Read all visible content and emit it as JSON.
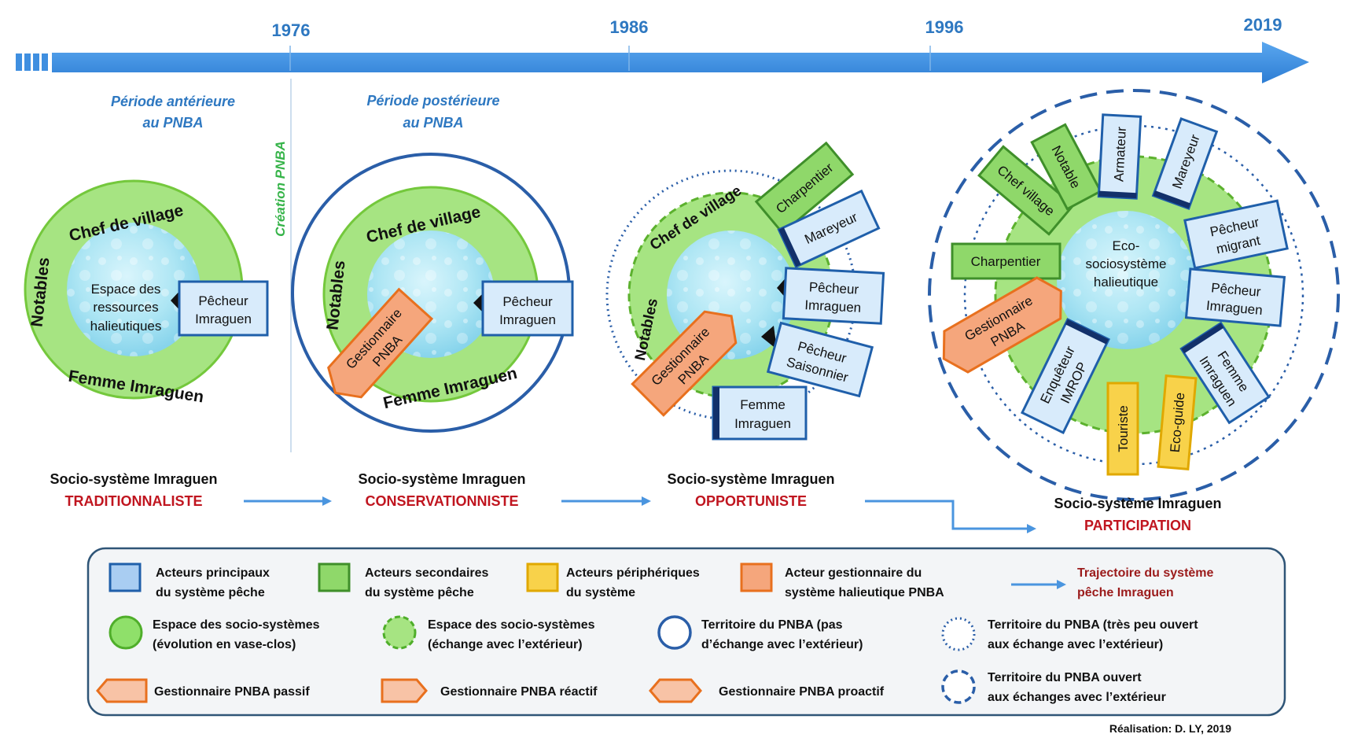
{
  "timeline": {
    "years": [
      "1976",
      "1986",
      "1996",
      "2019"
    ],
    "period_before": [
      "Période antérieure",
      "au PNBA"
    ],
    "period_after": [
      "Période postérieure",
      "au PNBA"
    ],
    "creation": "Création PNBA"
  },
  "systems": [
    {
      "title": "Socio-système Imraguen",
      "type": "TRADITIONNALISTE"
    },
    {
      "title": "Socio-système Imraguen",
      "type": "CONSERVATIONNISTE"
    },
    {
      "title": "Socio-système Imraguen",
      "type": "OPPORTUNISTE"
    },
    {
      "title": "Socio-système Imraguen",
      "type": "PARTICIPATION"
    }
  ],
  "diagram1": {
    "chef": "Chef de village",
    "notables": "Notables",
    "femme": "Femme Imraguen",
    "core": [
      "Espace des",
      "ressources",
      "halieutiques"
    ],
    "pecheur": [
      "Pêcheur",
      "Imraguen"
    ]
  },
  "diagram2": {
    "chef": "Chef de village",
    "notables": "Notables",
    "femme": "Femme Imraguen",
    "pecheur": [
      "Pêcheur",
      "Imraguen"
    ],
    "gestionnaire": [
      "Gestionnaire",
      "PNBA"
    ]
  },
  "diagram3": {
    "chef": "Chef de village",
    "notables": "Notables",
    "charpentier": "Charpentier",
    "mareyeur": "Mareyeur",
    "pecheur": [
      "Pêcheur",
      "Imraguen"
    ],
    "saisonnier": [
      "Pêcheur",
      "Saisonnier"
    ],
    "femme": [
      "Femme",
      "Imraguen"
    ],
    "gestionnaire": [
      "Gestionnaire",
      "PNBA"
    ]
  },
  "diagram4": {
    "core": [
      "Eco-",
      "sociosystème",
      "halieutique"
    ],
    "chef": "Chef village",
    "notable": "Notable",
    "armateur": "Armateur",
    "mareyeur": "Mareyeur",
    "migrant": [
      "Pêcheur",
      "migrant"
    ],
    "pecheur": [
      "Pêcheur",
      "Imraguen"
    ],
    "femme": [
      "Femme",
      "Imraguen"
    ],
    "eco_guide": "Eco-guide",
    "touriste": "Touriste",
    "enqueteur": [
      "Enquêteur",
      "IMROP"
    ],
    "charpentier": "Charpentier",
    "gestionnaire": [
      "Gestionnaire",
      "PNBA"
    ]
  },
  "legend": {
    "principaux": [
      "Acteurs principaux",
      "du système pêche"
    ],
    "secondaires": [
      "Acteurs secondaires",
      "du système pêche"
    ],
    "peripheriques": [
      "Acteurs périphériques",
      "du système"
    ],
    "gestionnaire": [
      "Acteur gestionnaire du",
      "système halieutique PNBA"
    ],
    "trajectoire": [
      "Trajectoire du système",
      "pêche Imraguen"
    ],
    "vase_clos": [
      "Espace des socio-systèmes",
      "(évolution en vase-clos)"
    ],
    "echange": [
      "Espace des socio-systèmes",
      "(échange avec l’extérieur)"
    ],
    "territoire_ferme": [
      "Territoire du PNBA (pas",
      "d’échange avec l’extérieur)"
    ],
    "territoire_peu": [
      "Territoire du PNBA (très peu ouvert",
      "aux échange avec l’extérieur)"
    ],
    "passif": "Gestionnaire PNBA passif",
    "reactif": "Gestionnaire PNBA réactif",
    "proactif": "Gestionnaire PNBA proactif",
    "territoire_ouvert": [
      "Territoire du PNBA ouvert",
      "aux échanges avec l’extérieur"
    ]
  },
  "credit": "Réalisation: D. LY, 2019",
  "colors": {
    "timeline": "#3f8fe0",
    "green_ring": "#9ee27a",
    "green_stroke": "#74c83c",
    "core": "#aee6f4",
    "principal_fill": "#d8ebfb",
    "principal_stroke": "#1f5faa",
    "secondary_fill": "#8fd86a",
    "secondary_stroke": "#3f8f2a",
    "peripheral_fill": "#f8d24a",
    "peripheral_stroke": "#e0a800",
    "manager_fill": "#f5a67c",
    "manager_stroke": "#e8701e",
    "territory": "#2a5ea8",
    "type_red": "#c0151f"
  }
}
